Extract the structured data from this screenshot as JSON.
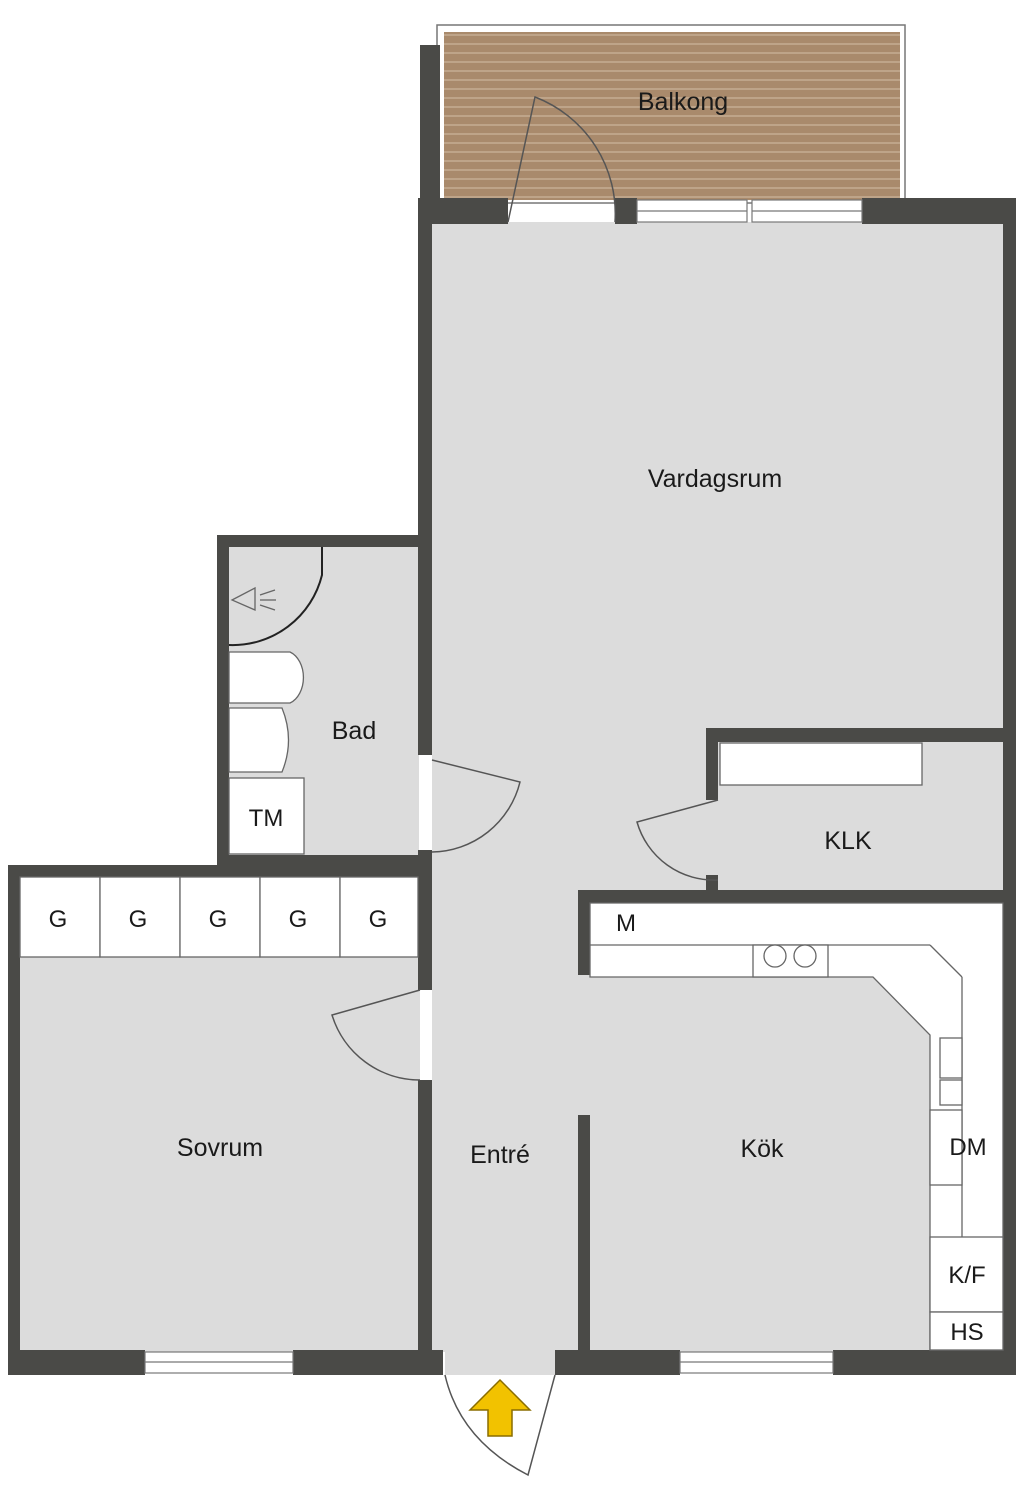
{
  "rooms": {
    "balcony": "Balkong",
    "living_room": "Vardagsrum",
    "bathroom": "Bad",
    "closet": "KLK",
    "bedroom": "Sovrum",
    "hallway": "Entré",
    "kitchen": "Kök"
  },
  "fixtures": {
    "washing_machine": "TM",
    "wardrobes": [
      "G",
      "G",
      "G",
      "G",
      "G"
    ],
    "microwave": "M",
    "dishwasher": "DM",
    "fridge_freezer": "K/F",
    "cabinet": "HS"
  },
  "colors": {
    "wall": "#4a4a47",
    "floor": "#dcdcdc",
    "balcony": "#a98a6c",
    "entry_arrow": "#f2c200"
  }
}
